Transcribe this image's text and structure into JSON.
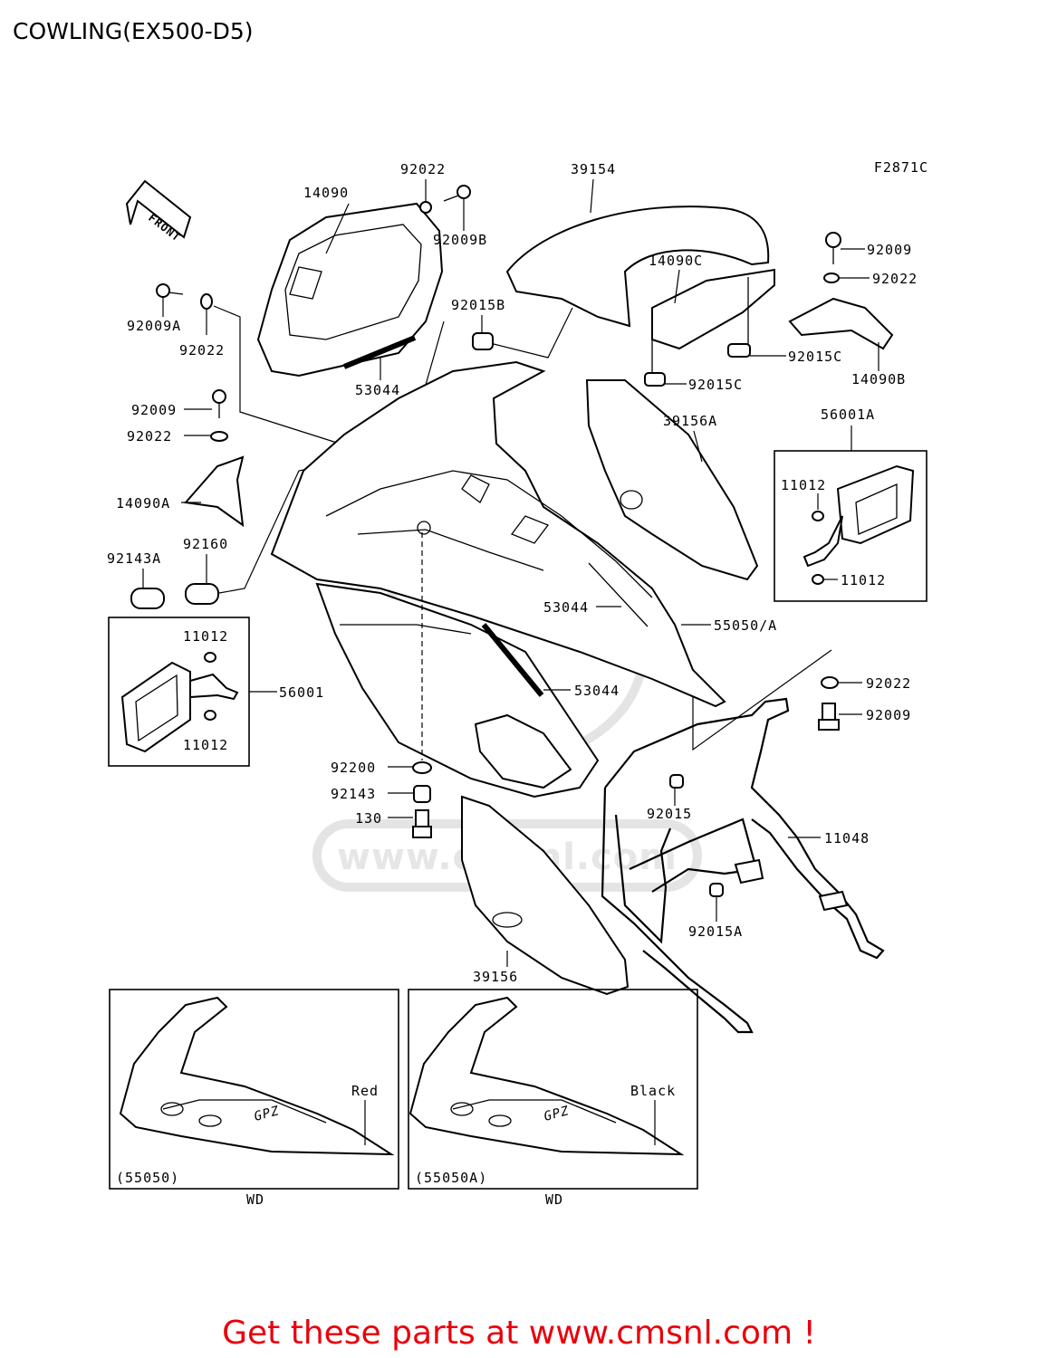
{
  "title": "COWLING(EX500-D5)",
  "figure_code": "F2871C",
  "front_label": "FRONT",
  "footer": "Get these parts at www.cmsnl.com !",
  "watermark": "www.cmsnl.com",
  "parts": {
    "p92022_top": "92022",
    "p14090": "14090",
    "p92009B": "92009B",
    "p39154": "39154",
    "p92009_r": "92009",
    "p92022_r": "92022",
    "p14090C": "14090C",
    "p92009A": "92009A",
    "p92022_l": "92022",
    "p92015B": "92015B",
    "p53044_top": "53044",
    "p92015C_a": "92015C",
    "p92015C_b": "92015C",
    "p14090B": "14090B",
    "p92009_l": "92009",
    "p92022_l2": "92022",
    "p39156A": "39156A",
    "p56001A": "56001A",
    "p11012_a": "11012",
    "p11012_b": "11012",
    "p14090A": "14090A",
    "p92143A": "92143A",
    "p92160": "92160",
    "p53044_mid": "53044",
    "p55050A": "55050/A",
    "p11012_c": "11012",
    "p56001": "56001",
    "p11012_d": "11012",
    "p53044_low": "53044",
    "p92022_r2": "92022",
    "p92009_r2": "92009",
    "p92200": "92200",
    "p92143": "92143",
    "p130": "130",
    "p92015": "92015",
    "p11048": "11048",
    "p92015A": "92015A",
    "p39156": "39156"
  },
  "variants": [
    {
      "code": "(55050)",
      "color": "Red",
      "region": "WD"
    },
    {
      "code": "(55050A)",
      "color": "Black",
      "region": "WD"
    }
  ]
}
